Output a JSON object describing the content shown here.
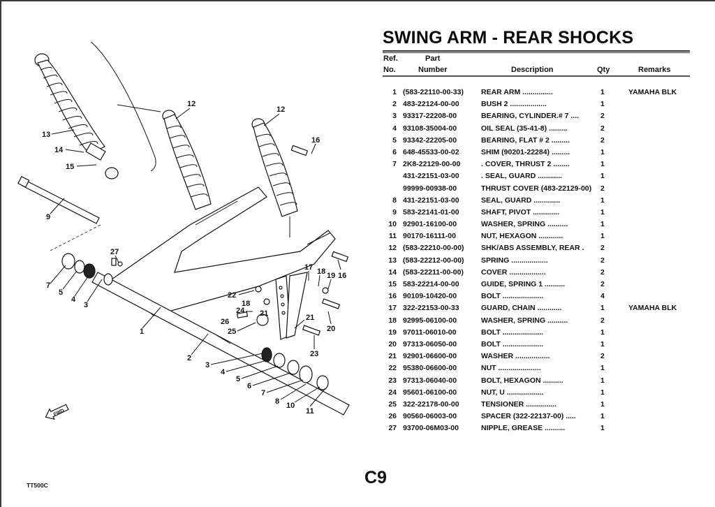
{
  "document": {
    "title": "SWING ARM - REAR SHOCKS",
    "model": "TT500C",
    "page": "C9"
  },
  "table": {
    "headers": {
      "ref_line1": "Ref.",
      "ref_line2": "No.",
      "part_line1": "Part",
      "part_line2": "Number",
      "description": "Description",
      "qty": "Qty",
      "remarks": "Remarks"
    },
    "rows": [
      {
        "ref": "1",
        "part": "(583-22110-00-33)",
        "desc": "REAR ARM  ...............",
        "qty": "1",
        "remarks": "YAMAHA BLK"
      },
      {
        "ref": "2",
        "part": "483-22124-00-00",
        "desc": "BUSH 2  ..................",
        "qty": "1",
        "remarks": ""
      },
      {
        "ref": "3",
        "part": "93317-22208-00",
        "desc": "BEARING, CYLINDER.# 7  ....",
        "qty": "2",
        "remarks": ""
      },
      {
        "ref": "4",
        "part": "93108-35004-00",
        "desc": "OIL SEAL (35-41-8)  .........",
        "qty": "2",
        "remarks": ""
      },
      {
        "ref": "5",
        "part": "93342-22205-00",
        "desc": "BEARING, FLAT # 2 .........",
        "qty": "2",
        "remarks": ""
      },
      {
        "ref": "6",
        "part": "648-45533-00-02",
        "desc": "SHIM (90201-22284)  .........",
        "qty": "1",
        "remarks": ""
      },
      {
        "ref": "7",
        "part": "2K8-22129-00-00",
        "desc": ". COVER, THRUST 2  ........",
        "qty": "1",
        "remarks": ""
      },
      {
        "ref": "",
        "part": "431-22151-03-00",
        "desc": ". SEAL, GUARD  ............",
        "qty": "1",
        "remarks": ""
      },
      {
        "ref": "",
        "part": "99999-00938-00",
        "desc": "THRUST COVER (483-22129-00)",
        "qty": "2",
        "remarks": ""
      },
      {
        "ref": "8",
        "part": "431-22151-03-00",
        "desc": "SEAL, GUARD  .............",
        "qty": "1",
        "remarks": ""
      },
      {
        "ref": "9",
        "part": "583-22141-01-00",
        "desc": "SHAFT, PIVOT  .............",
        "qty": "1",
        "remarks": ""
      },
      {
        "ref": "10",
        "part": "92901-16100-00",
        "desc": "WASHER, SPRING  ..........",
        "qty": "1",
        "remarks": ""
      },
      {
        "ref": "11",
        "part": "90170-16111-00",
        "desc": "NUT, HEXAGON  ............",
        "qty": "1",
        "remarks": ""
      },
      {
        "ref": "12",
        "part": "(583-22210-00-00)",
        "desc": "SHK/ABS ASSEMBLY, REAR   .",
        "qty": "2",
        "remarks": ""
      },
      {
        "ref": "13",
        "part": "(583-22212-00-00)",
        "desc": "SPRING  ..................",
        "qty": "2",
        "remarks": ""
      },
      {
        "ref": "14",
        "part": "(583-22211-00-00)",
        "desc": "COVER  ..................",
        "qty": "2",
        "remarks": ""
      },
      {
        "ref": "15",
        "part": "583-22214-00-00",
        "desc": "GUIDE, SPRING 1  ..........",
        "qty": "2",
        "remarks": ""
      },
      {
        "ref": "16",
        "part": "90109-10420-00",
        "desc": "BOLT  ....................",
        "qty": "4",
        "remarks": ""
      },
      {
        "ref": "17",
        "part": "322-22153-00-33",
        "desc": "GUARD, CHAIN  ............",
        "qty": "1",
        "remarks": "YAMAHA BLK"
      },
      {
        "ref": "18",
        "part": "92995-06100-00",
        "desc": "WASHER, SPRING  ..........",
        "qty": "2",
        "remarks": ""
      },
      {
        "ref": "19",
        "part": "97011-06010-00",
        "desc": "BOLT  ....................",
        "qty": "1",
        "remarks": ""
      },
      {
        "ref": "20",
        "part": "97313-06050-00",
        "desc": "BOLT  ....................",
        "qty": "1",
        "remarks": ""
      },
      {
        "ref": "21",
        "part": "92901-06600-00",
        "desc": "WASHER  .................",
        "qty": "2",
        "remarks": ""
      },
      {
        "ref": "22",
        "part": "95380-06600-00",
        "desc": "NUT  .....................",
        "qty": "1",
        "remarks": ""
      },
      {
        "ref": "23",
        "part": "97313-06040-00",
        "desc": "BOLT, HEXAGON  ..........",
        "qty": "1",
        "remarks": ""
      },
      {
        "ref": "24",
        "part": "95601-06100-00",
        "desc": "NUT, U  ..................",
        "qty": "1",
        "remarks": ""
      },
      {
        "ref": "25",
        "part": "322-22178-00-00",
        "desc": "TENSIONER  ...............",
        "qty": "1",
        "remarks": ""
      },
      {
        "ref": "26",
        "part": "90560-06003-00",
        "desc": "SPACER (322-22137-00)  .....",
        "qty": "1",
        "remarks": ""
      },
      {
        "ref": "27",
        "part": "93700-06M03-00",
        "desc": "NIPPLE, GREASE  ..........",
        "qty": "1",
        "remarks": ""
      }
    ]
  },
  "diagram": {
    "callouts": [
      "1",
      "2",
      "3",
      "4",
      "5",
      "6",
      "7",
      "8",
      "9",
      "10",
      "11",
      "12",
      "12",
      "13",
      "14",
      "15",
      "16",
      "16",
      "17",
      "18",
      "18",
      "19",
      "20",
      "21",
      "21",
      "22",
      "23",
      "24",
      "25",
      "26",
      "27",
      "3",
      "4",
      "5",
      "7"
    ],
    "direction_badge": "FWD"
  }
}
